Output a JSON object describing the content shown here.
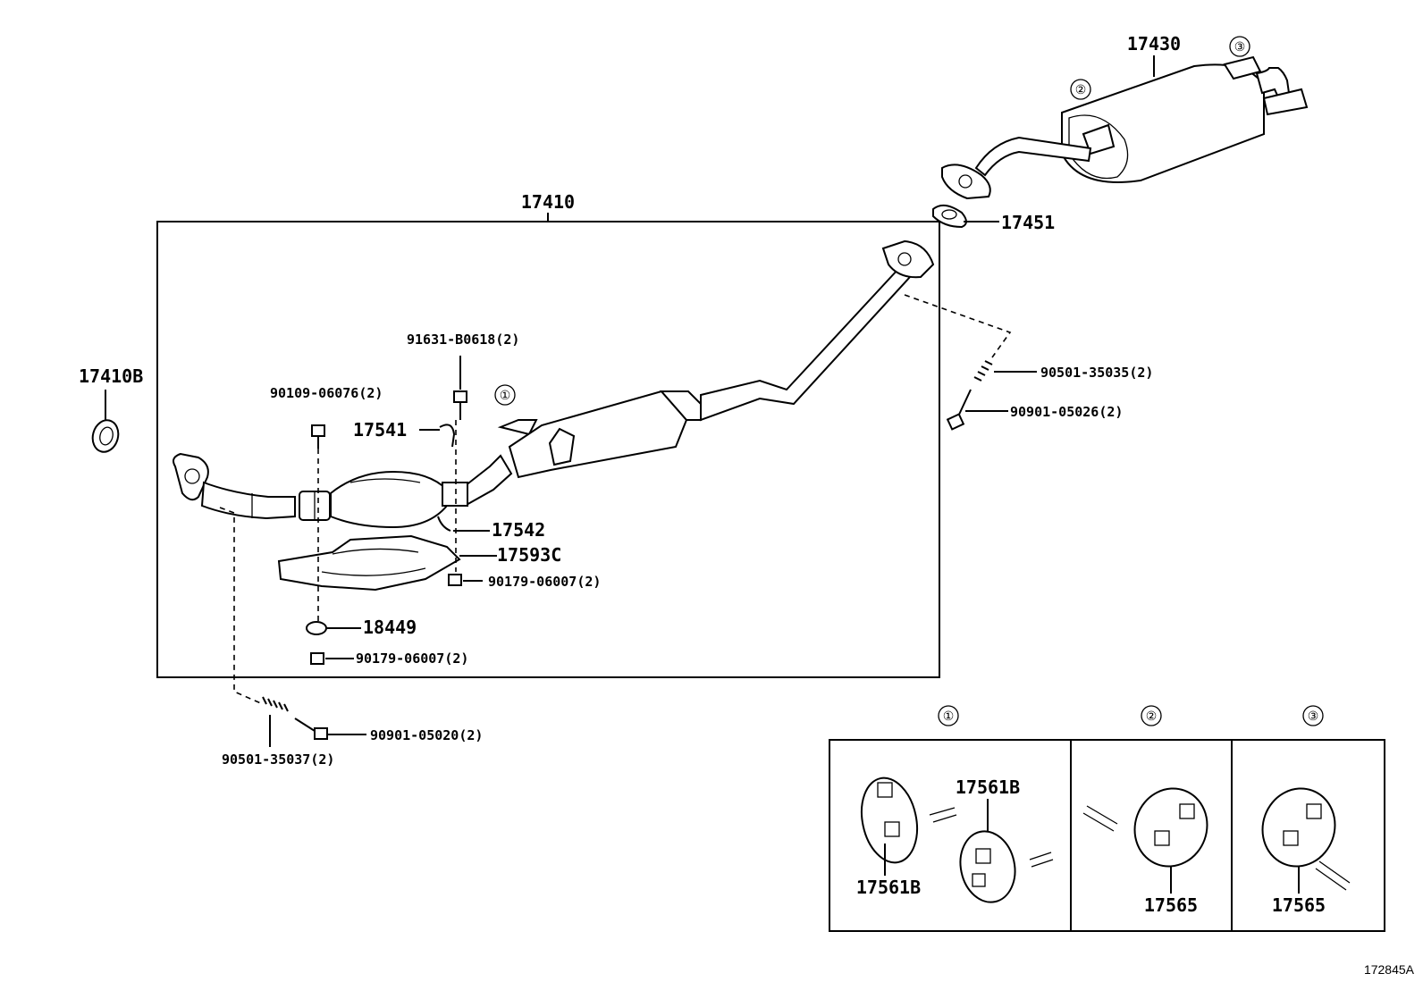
{
  "labels": {
    "p17410": "17410",
    "p17410b": "17410B",
    "p17430": "17430",
    "p17451": "17451",
    "p91631": "91631-B0618(2)",
    "p90109": "90109-06076(2)",
    "p17541": "17541",
    "p17542": "17542",
    "p17593c": "17593C",
    "p90179a": "90179-06007(2)",
    "p18449": "18449",
    "p90179b": "90179-06007(2)",
    "p90501a": "90501-35035(2)",
    "p90901a": "90901-05026(2)",
    "p90901b": "90901-05020(2)",
    "p90501b": "90501-35037(2)",
    "p17561b_top": "17561B",
    "p17561b_left": "17561B",
    "p17565_mid": "17565",
    "p17565_right": "17565",
    "ref_code": "172845A"
  },
  "callouts": {
    "c1_main": "①",
    "c2_muffler": "②",
    "c3_muffler": "③",
    "c1_box": "①",
    "c2_box": "②",
    "c3_box": "③"
  }
}
